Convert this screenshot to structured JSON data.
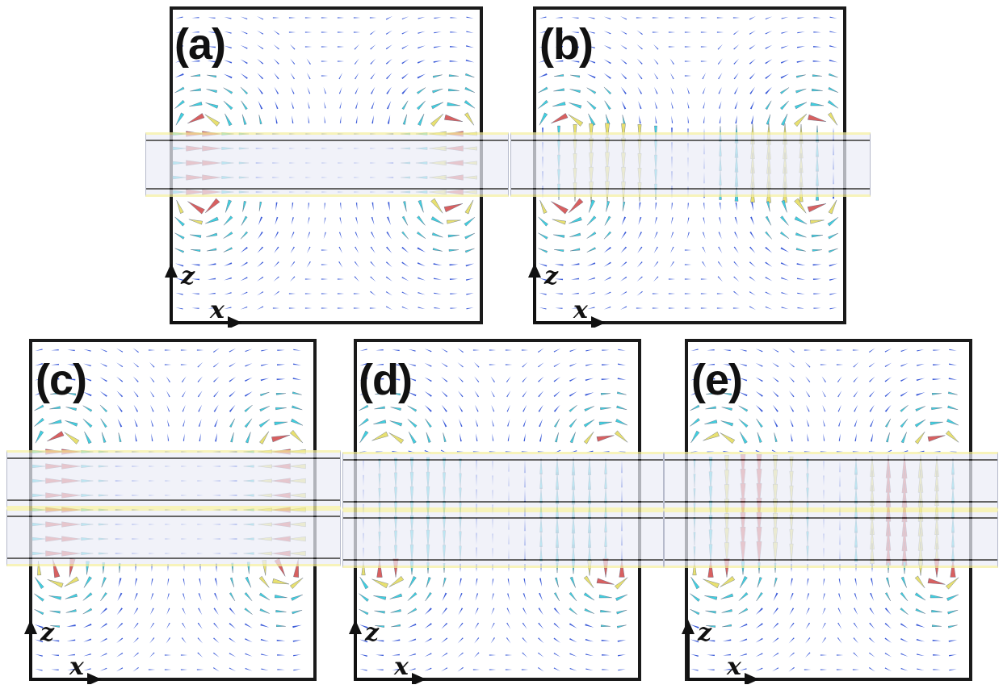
{
  "panels": [
    {
      "id": "a",
      "label": "(a)",
      "slabs": 1,
      "mode": "edge"
    },
    {
      "id": "b",
      "label": "(b)",
      "slabs": 1,
      "mode": "interior"
    },
    {
      "id": "c",
      "label": "(c)",
      "slabs": 2,
      "mode": "edge"
    },
    {
      "id": "d",
      "label": "(d)",
      "slabs": 2,
      "mode": "interior-weak"
    },
    {
      "id": "e",
      "label": "(e)",
      "slabs": 2,
      "mode": "interior-strong"
    }
  ],
  "axes": {
    "vertical": "z",
    "horizontal": "x"
  },
  "colors": {
    "weak": "#3a5ad8",
    "mid": "#40d0e0",
    "strong": "#e8e070",
    "max": "#d86060",
    "frame": "#1a1a1a",
    "slab": "#eceef8",
    "slab_border": "#f4efa0"
  }
}
